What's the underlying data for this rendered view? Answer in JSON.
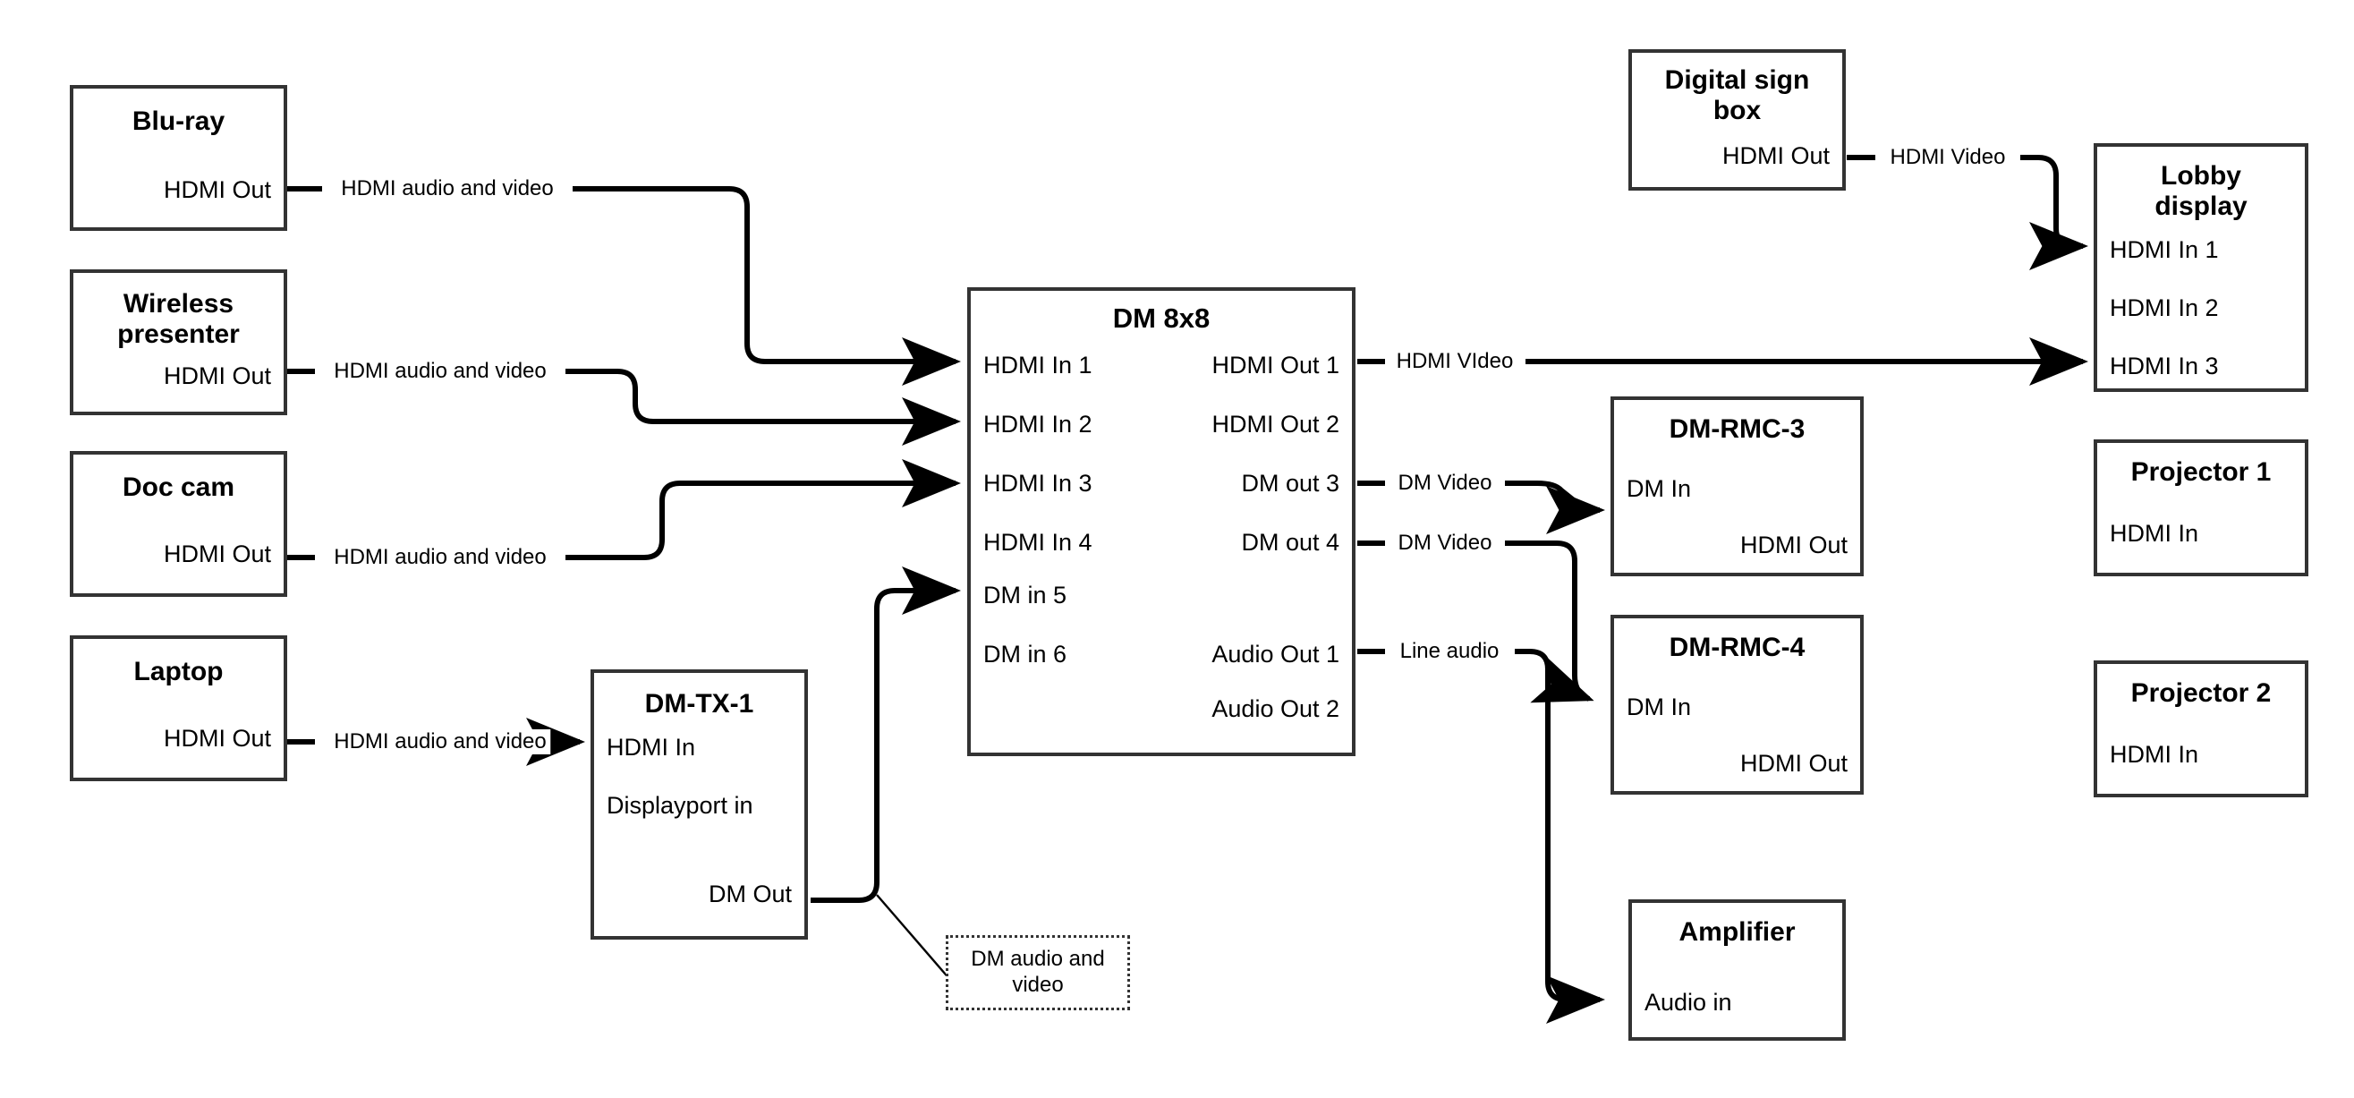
{
  "diagram": {
    "title": "AV signal flow diagram",
    "stroke_color": "#333333",
    "line_color": "#000000",
    "background": "#ffffff"
  },
  "nodes": {
    "bluray": {
      "title": "Blu-ray",
      "ports": [
        "HDMI Out"
      ]
    },
    "wireless": {
      "title": "Wireless presenter",
      "ports": [
        "HDMI Out"
      ]
    },
    "doccam": {
      "title": "Doc cam",
      "ports": [
        "HDMI Out"
      ]
    },
    "laptop": {
      "title": "Laptop",
      "ports": [
        "HDMI Out"
      ]
    },
    "dmtx1": {
      "title": "DM-TX-1",
      "ports": [
        "HDMI In",
        "Displayport in",
        "DM Out"
      ]
    },
    "dm8x8": {
      "title": "DM 8x8",
      "inputs": [
        "HDMI In 1",
        "HDMI In 2",
        "HDMI In 3",
        "HDMI In 4",
        "DM in 5",
        "DM in 6"
      ],
      "outputs": [
        "HDMI Out 1",
        "HDMI Out 2",
        "DM out 3",
        "DM out 4",
        "Audio Out 1",
        "Audio Out 2"
      ]
    },
    "signbox": {
      "title": "Digital sign box",
      "ports": [
        "HDMI Out"
      ]
    },
    "lobby": {
      "title": "Lobby display",
      "ports": [
        "HDMI In 1",
        "HDMI In 2",
        "HDMI In 3"
      ]
    },
    "rmc3": {
      "title": "DM-RMC-3",
      "ports": [
        "DM In",
        "HDMI Out"
      ]
    },
    "rmc4": {
      "title": "DM-RMC-4",
      "ports": [
        "DM In",
        "HDMI Out"
      ]
    },
    "proj1": {
      "title": "Projector 1",
      "ports": [
        "HDMI In"
      ]
    },
    "proj2": {
      "title": "Projector 2",
      "ports": [
        "HDMI In"
      ]
    },
    "amp": {
      "title": "Amplifier",
      "ports": [
        "Audio in"
      ]
    }
  },
  "links": {
    "bluray_to_in1": "HDMI audio and video",
    "wireless_to_in2": "HDMI audio and video",
    "doccam_to_in3": "HDMI audio and video",
    "laptop_to_tx1": "HDMI audio and video",
    "signbox_to_lobby": "HDMI Video",
    "hdmiout1_to_lobby": "HDMI VIdeo",
    "dmout3_to_rmc3": "DM Video",
    "dmout4_to_rmc4": "DM Video",
    "audioout1_to_amp": "Line audio"
  },
  "annotations": {
    "dm_av_note": "DM audio and video"
  }
}
